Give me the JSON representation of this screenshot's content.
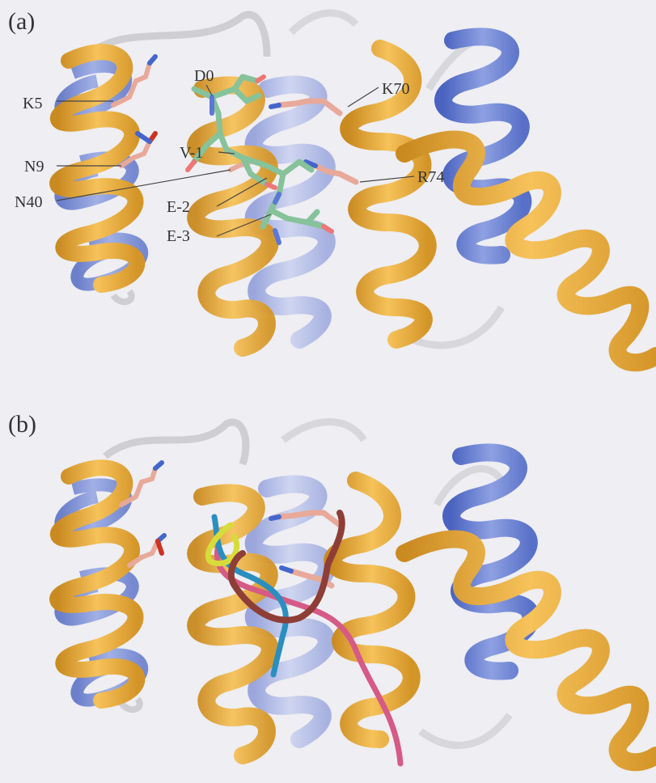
{
  "panels": [
    {
      "label": "(a)",
      "residues": [
        "K5",
        "D0",
        "K70",
        "V-1",
        "N9",
        "R74",
        "N40",
        "E-2",
        "E-3"
      ]
    },
    {
      "label": "(b)"
    }
  ],
  "colors": {
    "helix_orange": "#f0b446",
    "helix_orange_dark": "#c98a20",
    "helix_blue": "#6f86d6",
    "helix_blue_light": "#b8c2ea",
    "sidechain_pink": "#e8a99a",
    "peptide_green": "#86c29a",
    "coil_grey": "#d9d9d9",
    "peptide_teal": "#2a8fc0",
    "peptide_yellow": "#d8dc3a",
    "peptide_brown": "#8e3e36",
    "peptide_pink": "#d65a86"
  }
}
